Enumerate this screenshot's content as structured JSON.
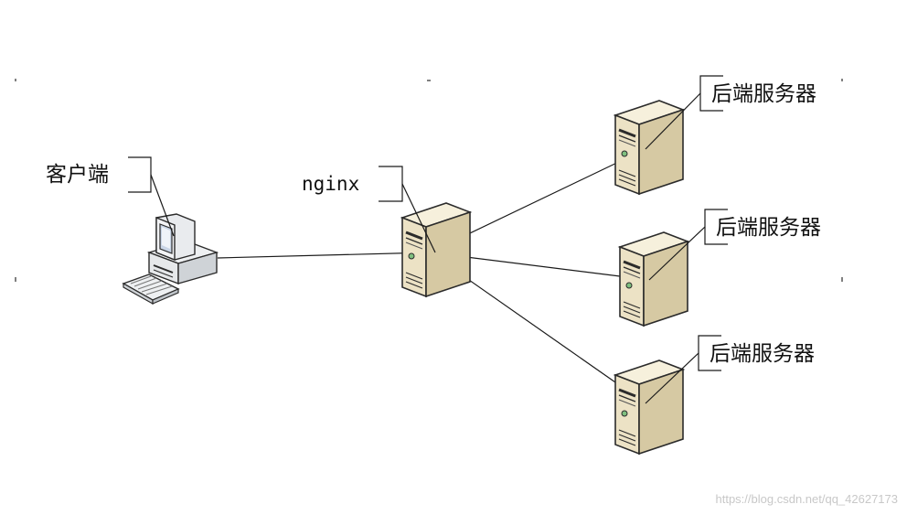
{
  "nodes": {
    "client": {
      "label": "客户端",
      "icon": "desktop-computer-icon"
    },
    "proxy": {
      "label": "nginx",
      "icon": "server-tower-icon"
    },
    "backends": [
      {
        "label": "后端服务器",
        "icon": "server-tower-icon"
      },
      {
        "label": "后端服务器",
        "icon": "server-tower-icon"
      },
      {
        "label": "后端服务器",
        "icon": "server-tower-icon"
      }
    ]
  },
  "edges": [
    {
      "from": "client",
      "to": "proxy"
    },
    {
      "from": "proxy",
      "to": "backend-1"
    },
    {
      "from": "proxy",
      "to": "backend-2"
    },
    {
      "from": "proxy",
      "to": "backend-3"
    }
  ],
  "watermark": "https://blog.csdn.net/qq_42627173",
  "colors": {
    "server_front": "#ece2c5",
    "server_side": "#d0c39d",
    "server_top": "#f6f0dc",
    "outline": "#2b2b2b",
    "line": "#1a1a1a"
  }
}
